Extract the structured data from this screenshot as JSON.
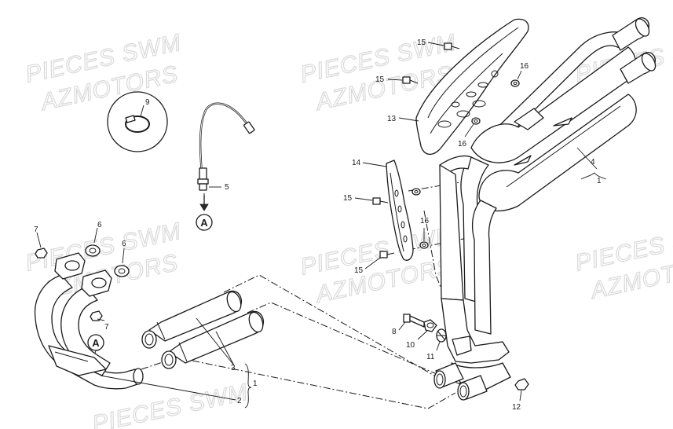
{
  "watermarks": [
    "PIECES SWM",
    "AZMOTORS"
  ],
  "ref_marker": "A",
  "callouts": {
    "c1a": "1",
    "c1b": "1",
    "c2": "2",
    "c3": "3",
    "c4": "4",
    "c5": "5",
    "c6a": "6",
    "c6b": "6",
    "c7a": "7",
    "c7b": "7",
    "c8": "8",
    "c9": "9",
    "c10": "10",
    "c11": "11",
    "c12": "12",
    "c13": "13",
    "c14": "14",
    "c15a": "15",
    "c15b": "15",
    "c15c": "15",
    "c15d": "15",
    "c16a": "16",
    "c16b": "16",
    "c16c": "16"
  }
}
